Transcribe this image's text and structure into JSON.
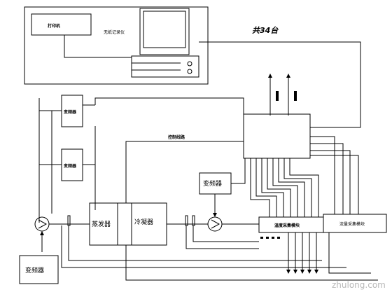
{
  "labels": {
    "printer": "打印机",
    "pc_caption": "无纸记录仪",
    "group_title": "共34台",
    "controller_a": "变频器",
    "controller_b": "变频器",
    "main_line": "控制线路",
    "vfd_mid": "变频器",
    "evaporator": "蒸发器",
    "condenser": "冷凝器",
    "temp_module": "温度采集模块",
    "flow_module": "流量采集模块",
    "vfd_bottom": "变频器",
    "watermark": "zhulong.com"
  },
  "colors": {
    "line": "#000000",
    "background": "#ffffff",
    "watermark": "#b8b8b8"
  },
  "icons": {
    "pump": "pump-icon",
    "arrow": "arrow-icon"
  }
}
